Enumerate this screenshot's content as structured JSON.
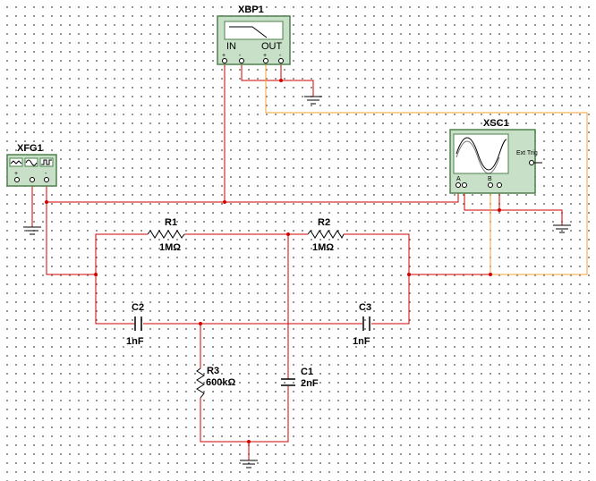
{
  "instruments": {
    "bode_plotter": {
      "ref": "XBP1",
      "in_label": "IN",
      "out_label": "OUT",
      "plus": "+",
      "minus": "-"
    },
    "oscilloscope": {
      "ref": "XSC1",
      "ch_a": "A",
      "ch_b": "B",
      "ext_trig": "Ext Trig",
      "plus": "+",
      "minus": "-"
    },
    "function_generator": {
      "ref": "XFG1",
      "plus": "+",
      "minus": "-"
    }
  },
  "components": {
    "R1": {
      "ref": "R1",
      "value": "1MΩ"
    },
    "R2": {
      "ref": "R2",
      "value": "1MΩ"
    },
    "R3": {
      "ref": "R3",
      "value": "600kΩ"
    },
    "C1": {
      "ref": "C1",
      "value": "2nF"
    },
    "C2": {
      "ref": "C2",
      "value": "1nF"
    },
    "C3": {
      "ref": "C3",
      "value": "1nF"
    }
  },
  "colors": {
    "wire_red": "#d00000",
    "wire_orange": "#f0a030",
    "instrument_fill": "#c8e0c8",
    "instrument_border": "#4d804d"
  }
}
